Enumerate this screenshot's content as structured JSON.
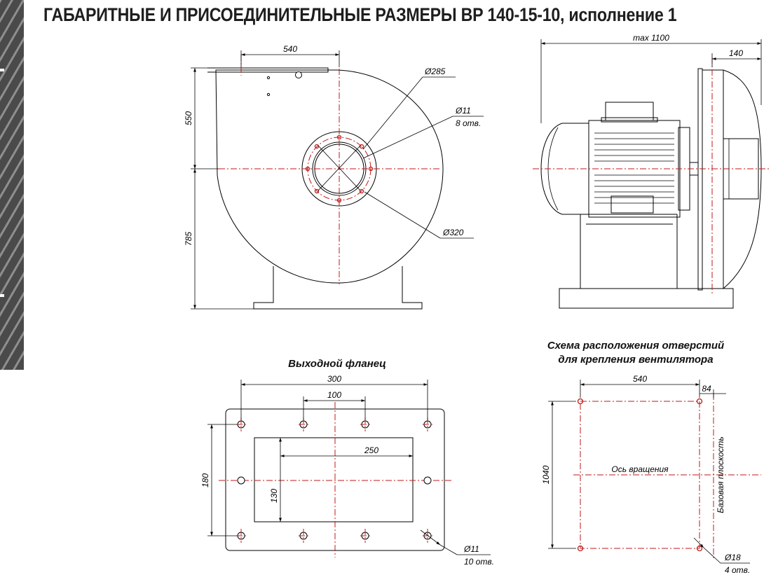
{
  "title": "ГАБАРИТНЫЕ И ПРИСОЕДИНИТЕЛЬНЫЕ РАЗМЕРЫ ВР 140-15-10, исполнение 1",
  "front_view": {
    "dim_540": "540",
    "dim_550": "550",
    "dim_785": "785",
    "dia_285": "Ø285",
    "dia_11": "Ø11",
    "holes_8": "8 отв.",
    "dia_320": "Ø320"
  },
  "side_view": {
    "dim_max": "max 1100",
    "dim_140": "140"
  },
  "outlet_flange": {
    "caption": "Выходной фланец",
    "dim_300": "300",
    "dim_100": "100",
    "dim_250": "250",
    "dim_180": "180",
    "dim_130": "130",
    "dia_11": "Ø11",
    "holes_10": "10 отв."
  },
  "mounting_scheme": {
    "caption_line1": "Схема расположения отверстий",
    "caption_line2": "для крепления вентилятора",
    "dim_540": "540",
    "dim_84": "84",
    "dim_1040": "1040",
    "axis_label": "Ось вращения",
    "base_label": "Базовая плоскость",
    "dia_18": "Ø18",
    "holes_4": "4 отв."
  },
  "colors": {
    "axis": "#c01818",
    "line": "#000000",
    "title": "#1e1e1e",
    "stripe": "#4a4a4a"
  }
}
